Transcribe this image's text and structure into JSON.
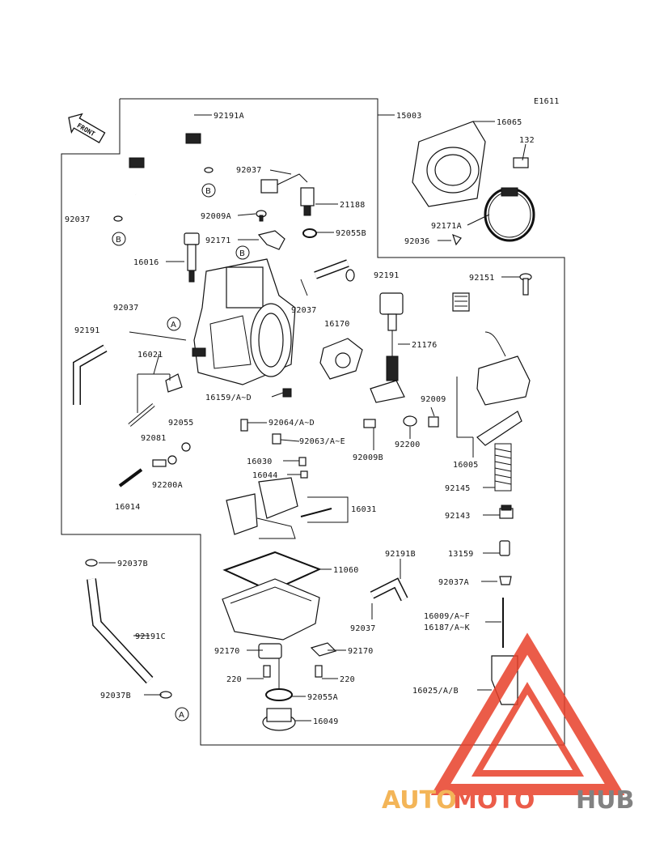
{
  "diagram_code": "E1611",
  "front_label": "FRONT",
  "callouts": [
    "A",
    "B"
  ],
  "parts": [
    {
      "id": "p-92191A",
      "text": "92191A"
    },
    {
      "id": "p-15003",
      "text": "15003"
    },
    {
      "id": "p-16065",
      "text": "16065"
    },
    {
      "id": "p-132",
      "text": "132"
    },
    {
      "id": "p-92037-top",
      "text": "92037"
    },
    {
      "id": "p-21188",
      "text": "21188"
    },
    {
      "id": "p-92037-left",
      "text": "92037"
    },
    {
      "id": "p-92009A",
      "text": "92009A"
    },
    {
      "id": "p-92171A",
      "text": "92171A"
    },
    {
      "id": "p-92171",
      "text": "92171"
    },
    {
      "id": "p-92055B",
      "text": "92055B"
    },
    {
      "id": "p-92036",
      "text": "92036"
    },
    {
      "id": "p-16016",
      "text": "16016"
    },
    {
      "id": "p-92191",
      "text": "92191"
    },
    {
      "id": "p-92151",
      "text": "92151"
    },
    {
      "id": "p-92037-mid",
      "text": "92037"
    },
    {
      "id": "p-92037-body",
      "text": "92037"
    },
    {
      "id": "p-92191-left",
      "text": "92191"
    },
    {
      "id": "p-16170",
      "text": "16170"
    },
    {
      "id": "p-21176",
      "text": "21176"
    },
    {
      "id": "p-16021",
      "text": "16021"
    },
    {
      "id": "p-16159",
      "text": "16159/A~D"
    },
    {
      "id": "p-92009",
      "text": "92009"
    },
    {
      "id": "p-92055",
      "text": "92055"
    },
    {
      "id": "p-92064",
      "text": "92064/A~D"
    },
    {
      "id": "p-92081",
      "text": "92081"
    },
    {
      "id": "p-92063",
      "text": "92063/A~E"
    },
    {
      "id": "p-92009B",
      "text": "92009B"
    },
    {
      "id": "p-92200",
      "text": "92200"
    },
    {
      "id": "p-16005",
      "text": "16005"
    },
    {
      "id": "p-16030",
      "text": "16030"
    },
    {
      "id": "p-92200A",
      "text": "92200A"
    },
    {
      "id": "p-16044",
      "text": "16044"
    },
    {
      "id": "p-92145",
      "text": "92145"
    },
    {
      "id": "p-16014",
      "text": "16014"
    },
    {
      "id": "p-16031",
      "text": "16031"
    },
    {
      "id": "p-92143",
      "text": "92143"
    },
    {
      "id": "p-13159",
      "text": "13159"
    },
    {
      "id": "p-92037B-top",
      "text": "92037B"
    },
    {
      "id": "p-11060",
      "text": "11060"
    },
    {
      "id": "p-92191B",
      "text": "92191B"
    },
    {
      "id": "p-92037A",
      "text": "92037A"
    },
    {
      "id": "p-16009",
      "text": "16009/A~F"
    },
    {
      "id": "p-16187",
      "text": "16187/A~K"
    },
    {
      "id": "p-92037-bottom",
      "text": "92037"
    },
    {
      "id": "p-92191C",
      "text": "92191C"
    },
    {
      "id": "p-92170-left",
      "text": "92170"
    },
    {
      "id": "p-92170-right",
      "text": "92170"
    },
    {
      "id": "p-220-left",
      "text": "220"
    },
    {
      "id": "p-220-right",
      "text": "220"
    },
    {
      "id": "p-16025",
      "text": "16025/A/B"
    },
    {
      "id": "p-92037B-bottom",
      "text": "92037B"
    },
    {
      "id": "p-92055A",
      "text": "92055A"
    },
    {
      "id": "p-16049",
      "text": "16049"
    }
  ],
  "watermark": {
    "auto": "AUTO",
    "moto": "MOTO",
    "hub": "HUB"
  },
  "colors": {
    "line": "#111111",
    "watermark_red": "#e8402a",
    "watermark_orange": "#f2a93b",
    "watermark_grey": "#6d6d6d"
  }
}
